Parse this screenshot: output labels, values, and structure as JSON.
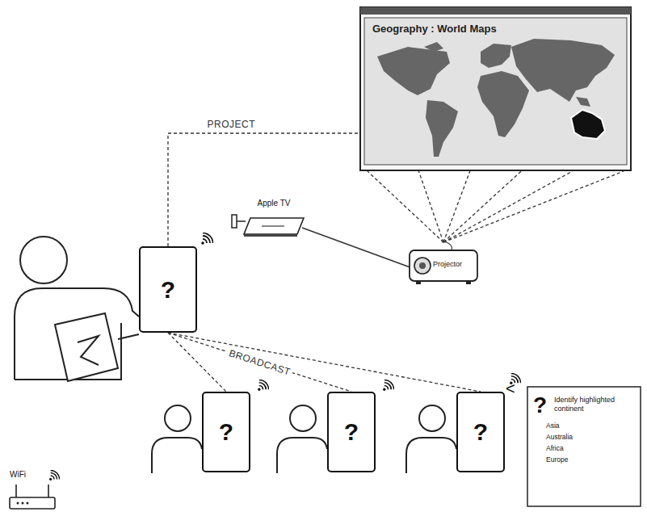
{
  "diagram": {
    "nodes": [
      {
        "text": [
          "Geography : World Maps"
        ]
      },
      {
        "text": [
          "?"
        ]
      },
      {
        "text": [
          "Apple TV"
        ]
      },
      {
        "text": [
          "Projector"
        ]
      },
      {
        "text": [
          "?"
        ]
      },
      {
        "text": [
          "?"
        ]
      },
      {
        "text": [
          "?"
        ]
      },
      {
        "text": [
          "?",
          "Identify highlighted continent",
          "Asia",
          "Australia",
          "Africa",
          "Europe"
        ]
      },
      {
        "text": [
          "WiFi"
        ]
      }
    ],
    "edges": [
      {
        "from": 1,
        "to": 0,
        "label": "PROJECT",
        "arrow": "none"
      },
      {
        "from": 2,
        "to": 3,
        "arrow": "none"
      },
      {
        "from": 3,
        "to": 0,
        "arrow": "none"
      },
      {
        "from": 1,
        "to": 4,
        "arrow": "none"
      },
      {
        "from": 1,
        "to": 5,
        "label": "BROADCAST",
        "arrow": "none"
      },
      {
        "from": 1,
        "to": 6,
        "arrow": "none"
      }
    ],
    "labels": [
      "<"
    ]
  }
}
